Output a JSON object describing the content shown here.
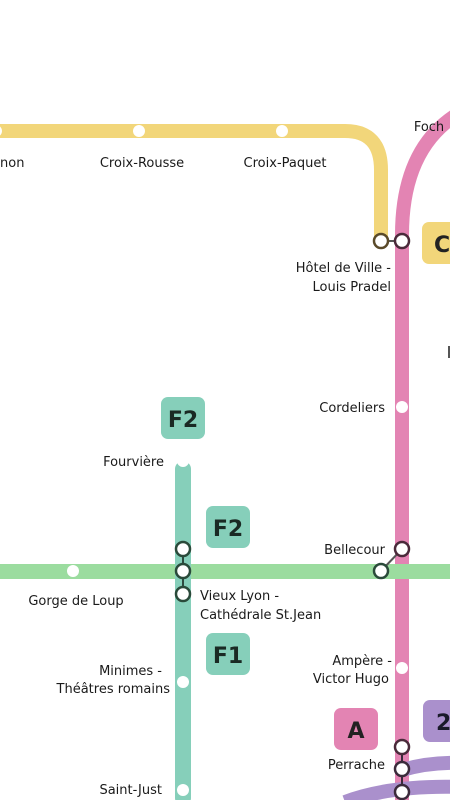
{
  "lines": {
    "C": {
      "label": "C",
      "color": "#f2d67a",
      "badge_text_color": "#222222"
    },
    "A": {
      "label": "A",
      "color": "#e384b3",
      "badge_text_color": "#222222"
    },
    "D": {
      "color": "#aa90cc"
    },
    "F1": {
      "label": "F1",
      "color": "#86cfba",
      "badge_text_color": "#1a2a24"
    },
    "F2": {
      "label": "F2",
      "color": "#86cfba",
      "badge_text_color": "#1a2a24"
    },
    "B": {
      "color": "#9bdc9f"
    },
    "purple_badge": {
      "label": "2",
      "color": "#aa90cc"
    }
  },
  "stations": {
    "hennon": "non",
    "croix_rousse": "Croix-Rousse",
    "croix_paquet": "Croix-Paquet",
    "foch": "Foch",
    "hotel_de_ville_1": "Hôtel de Ville -",
    "hotel_de_ville_2": "Louis Pradel",
    "cordeliers": "Cordeliers",
    "fourviere": "Fourvière",
    "bellecour": "Bellecour",
    "gorge_de_loup": "Gorge de Loup",
    "vieux_lyon_1": "Vieux Lyon -",
    "vieux_lyon_2": "Cathédrale St.Jean",
    "minimes_1": "Minimes -",
    "minimes_2": "Théâtres romains",
    "ampere_1": "Ampère -",
    "ampere_2": "Victor Hugo",
    "perrache": "Perrache",
    "saint_just": "Saint-Just"
  }
}
